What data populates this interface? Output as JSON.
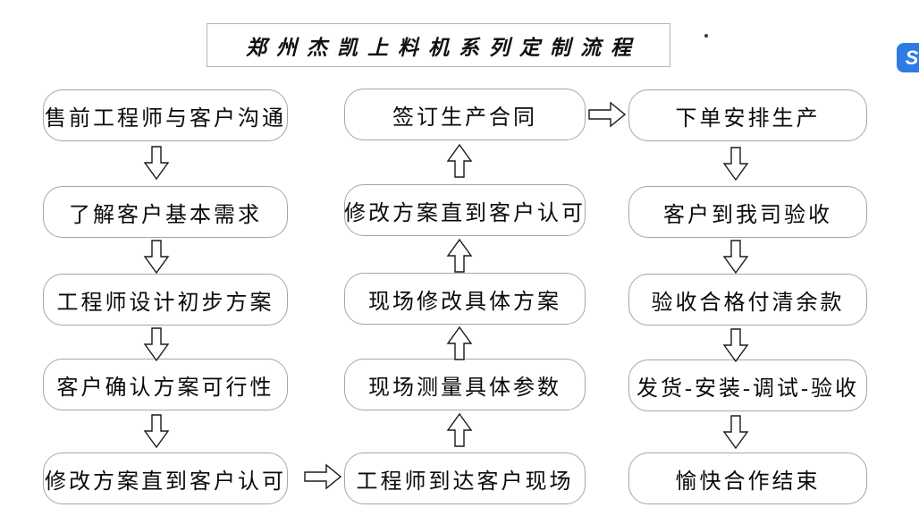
{
  "title": "郑州杰凯上料机系列定制流程",
  "flow": {
    "left": {
      "arrow_direction": "down",
      "items": [
        "售前工程师与客户沟通",
        "了解客户基本需求",
        "工程师设计初步方案",
        "客户确认方案可行性",
        "修改方案直到客户认可"
      ]
    },
    "middle": {
      "arrow_direction": "up",
      "items": [
        "签订生产合同",
        "修改方案直到客户认可",
        "现场修改具体方案",
        "现场测量具体参数",
        "工程师到达客户现场"
      ]
    },
    "right": {
      "arrow_direction": "down",
      "items": [
        "下单安排生产",
        "客户到我司验收",
        "验收合格付清余款",
        "发货-安装-调试-验收",
        "愉快合作结束"
      ]
    },
    "cross_links": [
      "修改方案直到客户认可 → 工程师到达客户现场",
      "签订生产合同 → 下单安排生产"
    ]
  },
  "icons": {
    "side_logo_glyph": "S",
    "side_logo_color": "#2f7be5"
  },
  "colors": {
    "background": "#ffffff",
    "box_border": "#a6a6a6",
    "title_border": "#b3b3b3",
    "arrow_stroke": "#1a1a1a"
  }
}
